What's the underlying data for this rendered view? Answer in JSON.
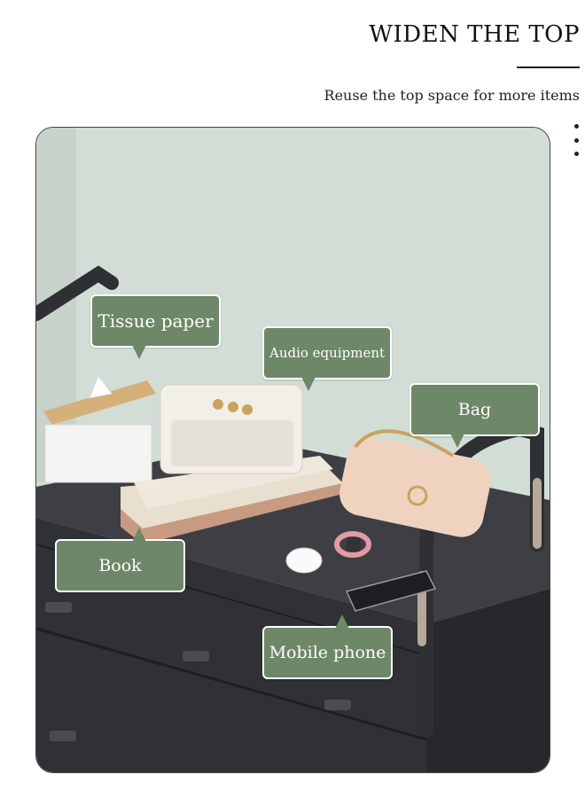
{
  "header": {
    "title": "WIDEN THE TOP",
    "subtitle": "Reuse the top space for more items"
  },
  "callouts": {
    "tissue_paper": "Tissue paper",
    "audio_equipment": "Audio equipment",
    "bag": "Bag",
    "book": "Book",
    "mobile_phone": "Mobile phone"
  },
  "colors": {
    "callout_bg": "#6e8768",
    "wall": "#cfdad3",
    "cabinet": "#3a3c40"
  }
}
